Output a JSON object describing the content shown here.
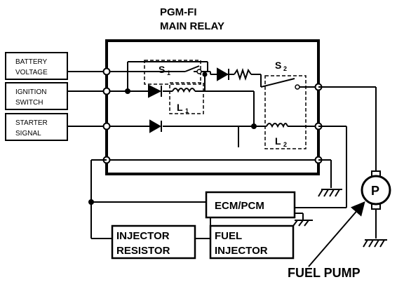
{
  "title": {
    "line1": "PGM-FI",
    "line2": "MAIN RELAY"
  },
  "inputs": {
    "battery": [
      "BATTERY",
      "VOLTAGE"
    ],
    "ignition": [
      "IGNITION",
      "SWITCH"
    ],
    "starter": [
      "STARTER",
      "SIGNAL"
    ]
  },
  "switches": {
    "s1": {
      "letter": "S",
      "sub": "1"
    },
    "s2": {
      "letter": "S",
      "sub": "2"
    }
  },
  "coils": {
    "l1": {
      "letter": "L",
      "sub": "1"
    },
    "l2": {
      "letter": "L",
      "sub": "2"
    }
  },
  "modules": {
    "ecm": "ECM/PCM",
    "injector_resistor": [
      "INJECTOR",
      "RESISTOR"
    ],
    "fuel_injector": [
      "FUEL",
      "INJECTOR"
    ]
  },
  "pump": {
    "symbol": "P",
    "label": "FUEL PUMP"
  },
  "colors": {
    "line": "#000000",
    "background": "#ffffff"
  }
}
